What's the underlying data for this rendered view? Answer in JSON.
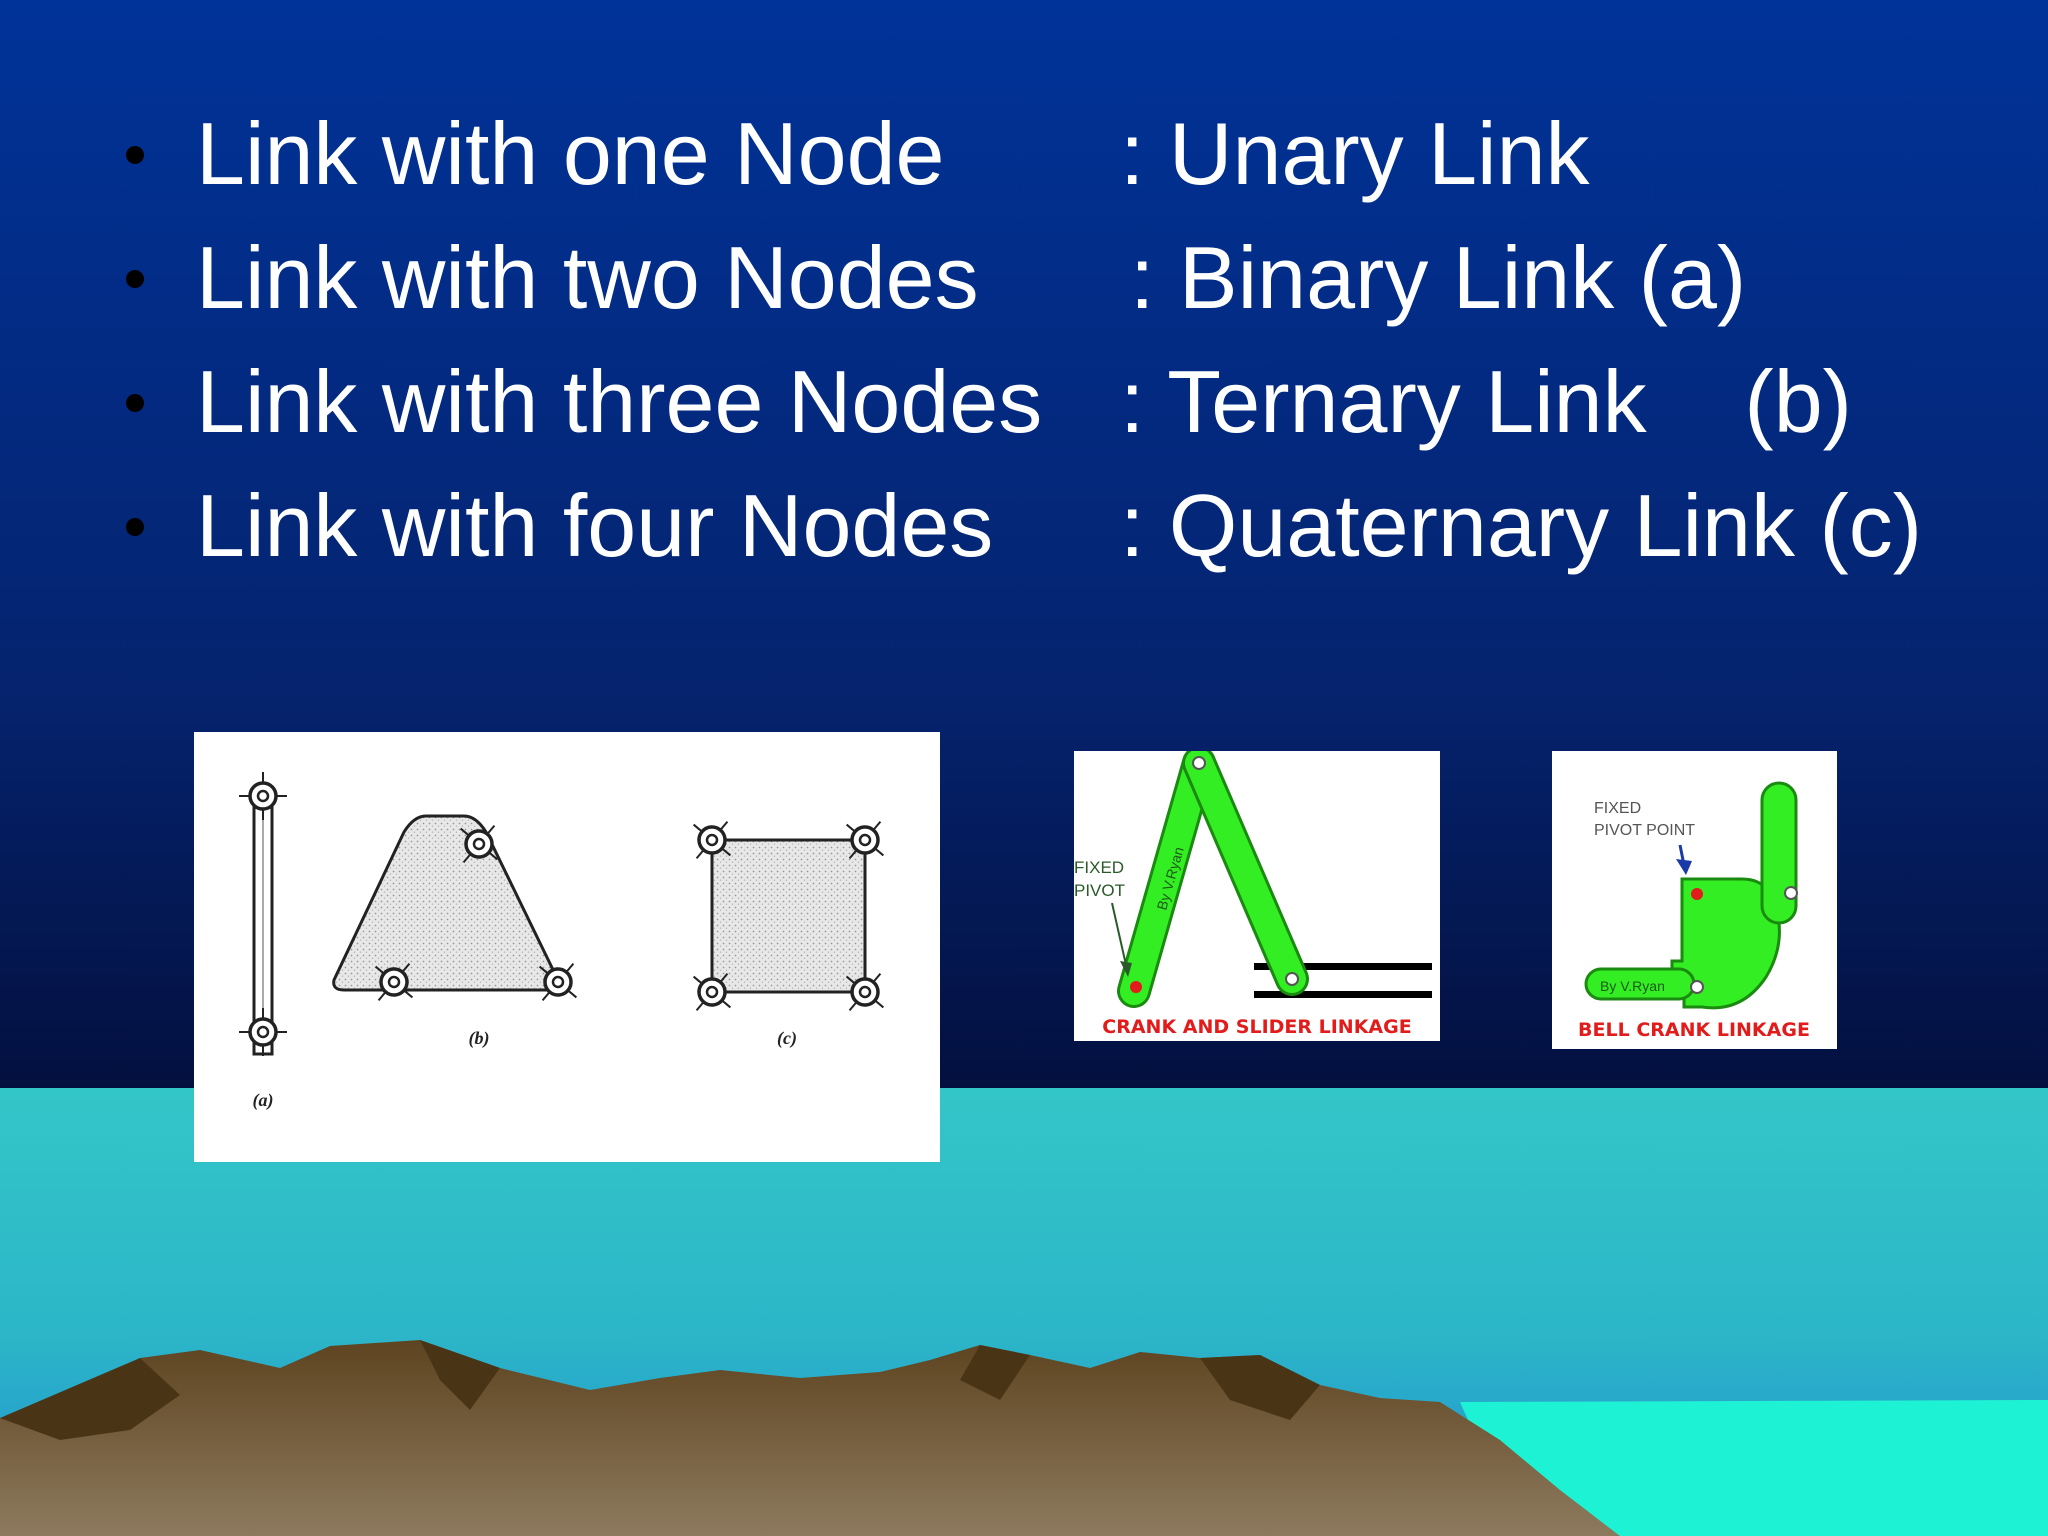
{
  "bullets": [
    {
      "term": "Link with one Node",
      "definition": ": Unary Link"
    },
    {
      "term": "Link with two Nodes",
      "definition": ": Binary Link (a)"
    },
    {
      "term": "Link with three Nodes",
      "definition": ": Ternary Link    (b)"
    },
    {
      "term": "Link with four Nodes",
      "definition": ": Quaternary Link (c)"
    }
  ],
  "figure_links": {
    "label_a": "(a)",
    "label_b": "(b)",
    "label_c": "(c)"
  },
  "figure_crank": {
    "pivot_line1": "FIXED",
    "pivot_line2": "PIVOT",
    "credit": "By V.Ryan",
    "caption": "CRANK AND SLIDER LINKAGE"
  },
  "figure_bell": {
    "pivot_line1": "FIXED",
    "pivot_line2": "PIVOT POINT",
    "credit": "By V.Ryan",
    "caption": "BELL CRANK LINKAGE"
  },
  "colors": {
    "sky_top": "#003399",
    "sky_bottom": "#030f3d",
    "sea": "#33c6c8",
    "link_green": "#33ee22",
    "caption_red": "#e21b1b"
  }
}
